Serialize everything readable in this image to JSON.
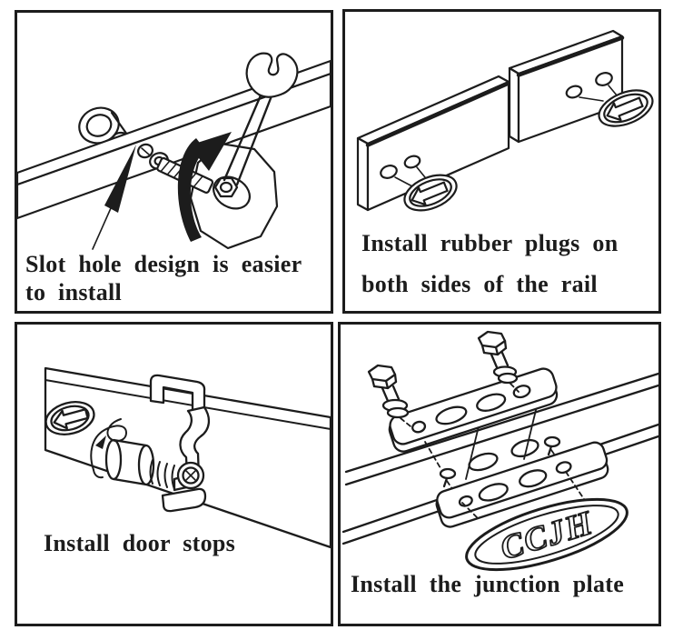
{
  "figure": {
    "background_color": "#ffffff",
    "line_color": "#1c1c1c",
    "panels": [
      {
        "name": "slot-hole-design",
        "caption_line1": "Slot hole design is easier",
        "caption_line2": "to install"
      },
      {
        "name": "rubber-plugs",
        "caption_line1": "Install rubber plugs on",
        "caption_line2": "both sides of the rail"
      },
      {
        "name": "door-stops",
        "caption_line1": "Install door stops"
      },
      {
        "name": "junction-plate",
        "caption_line1": "Install the junction plate",
        "badge_text": "CCJH"
      }
    ]
  }
}
